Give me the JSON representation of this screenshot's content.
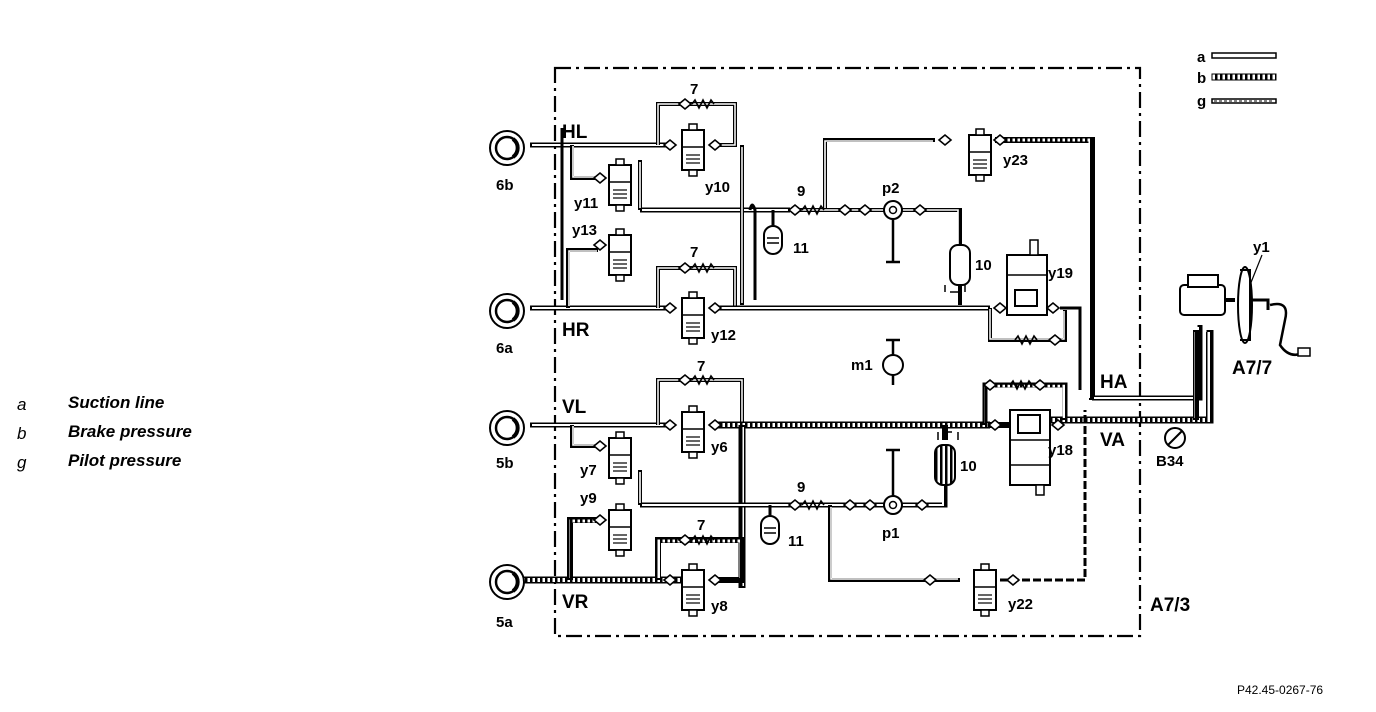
{
  "legend": [
    {
      "key": "a",
      "text": "Suction line"
    },
    {
      "key": "b",
      "text": "Brake pressure"
    },
    {
      "key": "g",
      "text": "Pilot pressure"
    }
  ],
  "line_key": [
    "a",
    "b",
    "g"
  ],
  "labels": {
    "HL": "HL",
    "HR": "HR",
    "VL": "VL",
    "VR": "VR",
    "HA": "HA",
    "VA": "VA",
    "w6b": "6b",
    "w6a": "6a",
    "w5b": "5b",
    "w5a": "5a",
    "y10": "y10",
    "y11": "y11",
    "y13": "y13",
    "y12": "y12",
    "y6": "y6",
    "y7": "y7",
    "y9": "y9",
    "y8": "y8",
    "y23": "y23",
    "y19": "y19",
    "y18": "y18",
    "y22": "y22",
    "y1": "y1",
    "p1": "p1",
    "p2": "p2",
    "m1": "m1",
    "n7a": "7",
    "n7b": "7",
    "n7c": "7",
    "n7d": "7",
    "n9a": "9",
    "n9b": "9",
    "n10a": "10",
    "n10b": "10",
    "n11a": "11",
    "n11b": "11",
    "A77": "A7/7",
    "A73": "A7/3",
    "B34": "B34"
  },
  "figure_code": "P42.45-0267-76",
  "colors": {
    "ink": "#000000",
    "paper": "#ffffff"
  }
}
